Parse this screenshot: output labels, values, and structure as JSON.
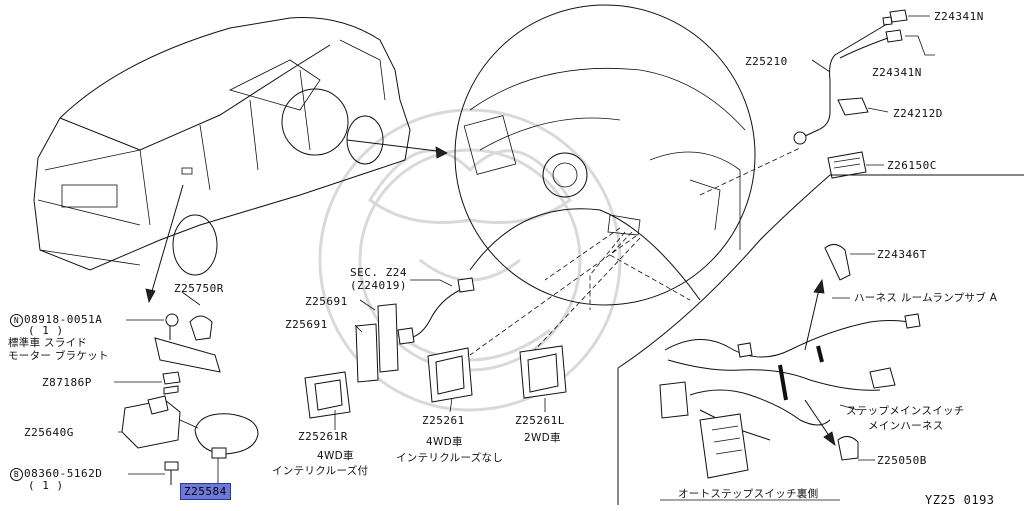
{
  "labels": {
    "z24341n_top": "Z24341N",
    "z24341n_bottom": "Z24341N",
    "z25210": "Z25210",
    "z24212d": "Z24212D",
    "z26150c": "Z26150C",
    "z24346t": "Z24346T",
    "harness_room_lamp_sub_a": "ハーネス ルームランプサブ A",
    "step_main_switch_main_harness_1": "ステップメインスイッチ",
    "step_main_switch_main_harness_2": "メインハーネス",
    "z25050b": "Z25050B",
    "auto_step_switch_back": "オートステップスイッチ裏側",
    "figure_code": "YZ25  0193",
    "sec_z24": "SEC. Z24",
    "sec_z24019": "(Z24019)",
    "z25691_a": "Z25691",
    "z25691_b": "Z25691",
    "z25261r": "Z25261R",
    "z25261r_note_1": "4WD車",
    "z25261r_note_2": "インテリクルーズ付",
    "z25261": "Z25261",
    "z25261_note_1": "4WD車",
    "z25261_note_2": "インテリクルーズなし",
    "z25261l": "Z25261L",
    "z25261l_note": "2WD車",
    "z25750r": "Z25750R",
    "nut_prefix": "N",
    "nut_part": "08918-0051A",
    "nut_qty": "( 1 )",
    "std_car_note_1": "標準車 スライド",
    "std_car_note_2": "モーター ブラケット",
    "z87186p": "Z87186P",
    "z25640g": "Z25640G",
    "bolt_prefix": "B",
    "bolt_part": "08360-5162D",
    "bolt_qty": "( 1 )",
    "z25584": "Z25584"
  },
  "colors": {
    "highlight": "#6c79d9",
    "line": "#111111",
    "watermark": "#d9d9d9"
  }
}
